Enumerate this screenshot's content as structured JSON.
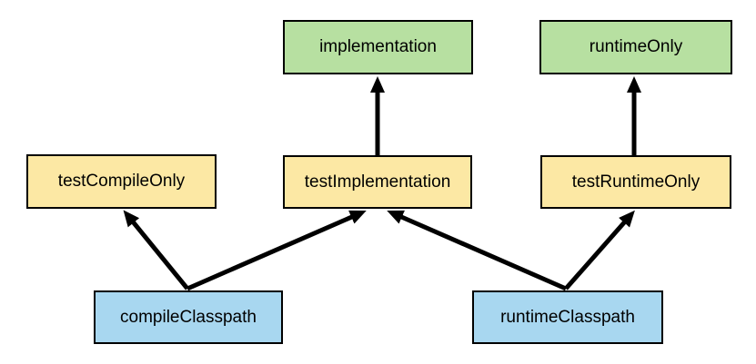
{
  "diagram": {
    "nodes": [
      {
        "id": "implementation",
        "label": "implementation",
        "fill": "#b7e0a1",
        "group": "main-configurations"
      },
      {
        "id": "runtimeOnly",
        "label": "runtimeOnly",
        "fill": "#b7e0a1",
        "group": "main-configurations"
      },
      {
        "id": "testCompileOnly",
        "label": "testCompileOnly",
        "fill": "#fce8a4",
        "group": "test-configurations"
      },
      {
        "id": "testImplementation",
        "label": "testImplementation",
        "fill": "#fce8a4",
        "group": "test-configurations"
      },
      {
        "id": "testRuntimeOnly",
        "label": "testRuntimeOnly",
        "fill": "#fce8a4",
        "group": "test-configurations"
      },
      {
        "id": "compileClasspath",
        "label": "compileClasspath",
        "fill": "#a8d7f0",
        "group": "classpath-configurations"
      },
      {
        "id": "runtimeClasspath",
        "label": "runtimeClasspath",
        "fill": "#a8d7f0",
        "group": "classpath-configurations"
      }
    ],
    "edges": [
      {
        "from": "testImplementation",
        "to": "implementation"
      },
      {
        "from": "testRuntimeOnly",
        "to": "runtimeOnly"
      },
      {
        "from": "compileClasspath",
        "to": "testCompileOnly"
      },
      {
        "from": "compileClasspath",
        "to": "testImplementation"
      },
      {
        "from": "runtimeClasspath",
        "to": "testImplementation"
      },
      {
        "from": "runtimeClasspath",
        "to": "testRuntimeOnly"
      }
    ],
    "colors": {
      "green_fill": "#b7e0a1",
      "yellow_fill": "#fce8a4",
      "blue_fill": "#a8d7f0",
      "node_border": "#000000",
      "arrow": "#000000",
      "background": "#ffffff"
    }
  }
}
